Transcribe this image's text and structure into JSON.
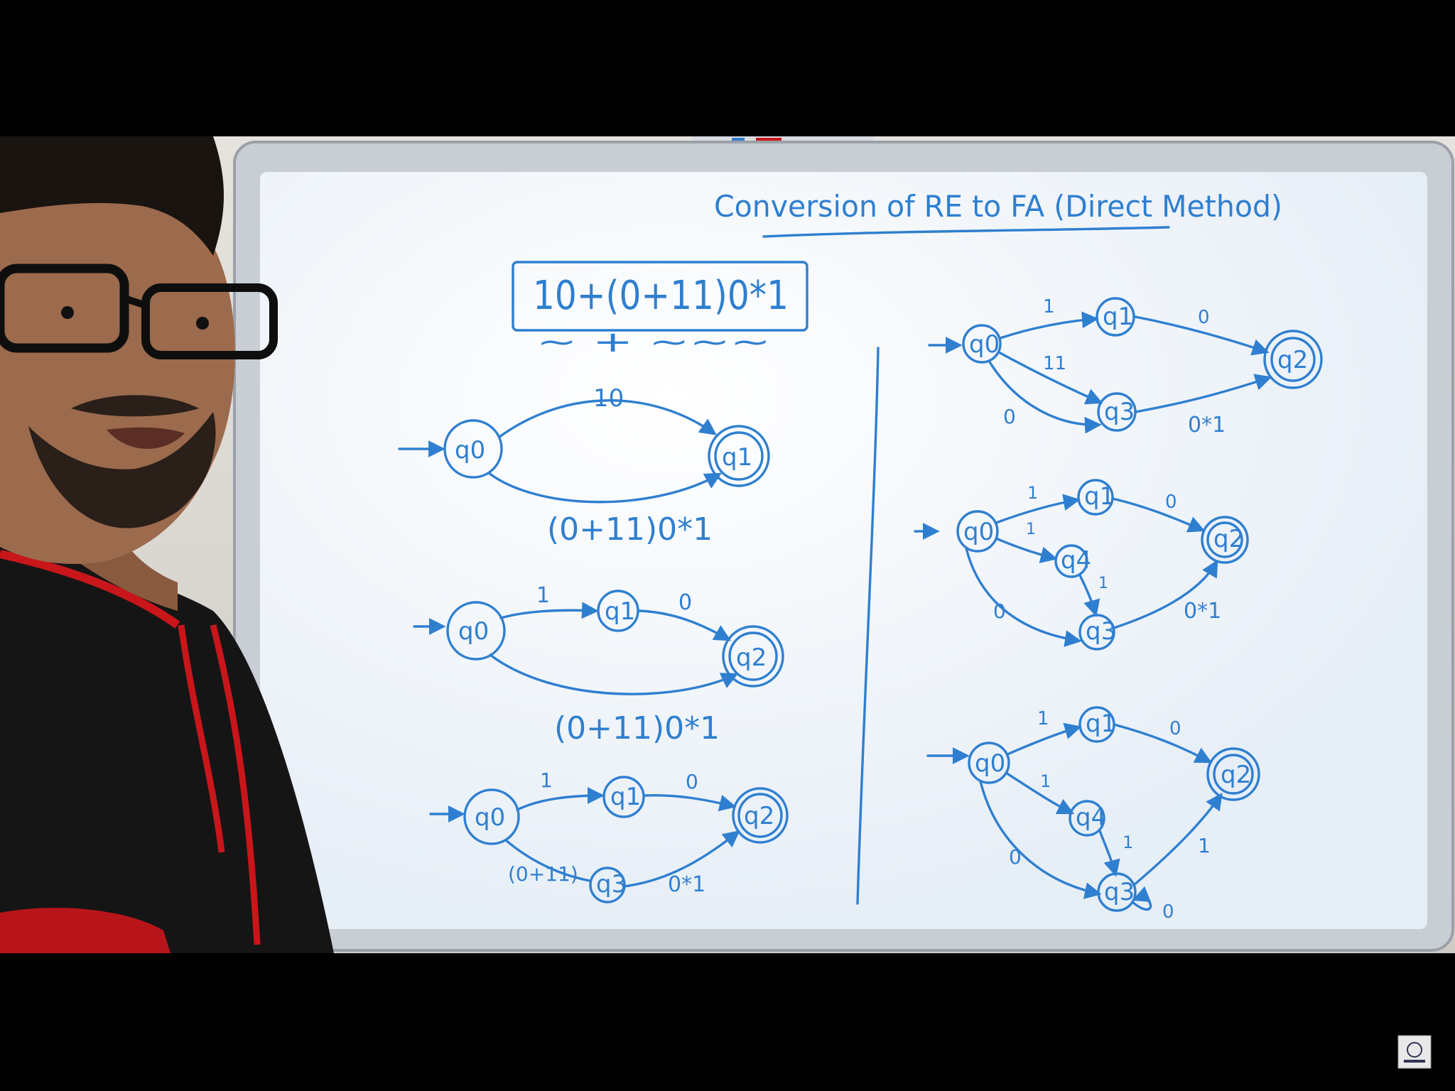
{
  "whiteboard": {
    "title": "Conversion of RE to FA (Direct Method)",
    "expression": "10+(0+11)0*1",
    "expression_underline": "~ + ~~~"
  },
  "diagrams": {
    "d1": {
      "s0": "q0",
      "s1": "q1",
      "top": "10",
      "bottom": "(0+11)0*1"
    },
    "d2": {
      "s0": "q0",
      "s1": "q1",
      "s2": "q2",
      "a": "1",
      "b": "0",
      "bottom": "(0+11)0*1"
    },
    "d3": {
      "s0": "q0",
      "s1": "q1",
      "s2": "q2",
      "s3": "q3",
      "a": "1",
      "b": "0",
      "c": "(0+11)",
      "d": "0*1"
    },
    "d4": {
      "s0": "q0",
      "s1": "q1",
      "s2": "q2",
      "s3": "q3",
      "a": "1",
      "b": "0",
      "c": "11",
      "d": "0",
      "e": "0*1"
    },
    "d5": {
      "s0": "q0",
      "s1": "q1",
      "s2": "q2",
      "s3": "q3",
      "s4": "q4",
      "a": "1",
      "b": "0",
      "c": "1",
      "d": "1",
      "e": "0",
      "f": "0*1"
    },
    "d6": {
      "s0": "q0",
      "s1": "q1",
      "s2": "q2",
      "s3": "q3",
      "s4": "q4",
      "a": "1",
      "b": "0",
      "c": "1",
      "d": "1",
      "e": "0",
      "f": "1",
      "g": "0"
    }
  },
  "colors": {
    "ink": "#2f7fd0",
    "board": "#eef4fa",
    "frame": "#c9ced4",
    "hoodie": "#151515",
    "drawstring": "#c8161b"
  },
  "watermark": {
    "icon": "logo-icon"
  }
}
